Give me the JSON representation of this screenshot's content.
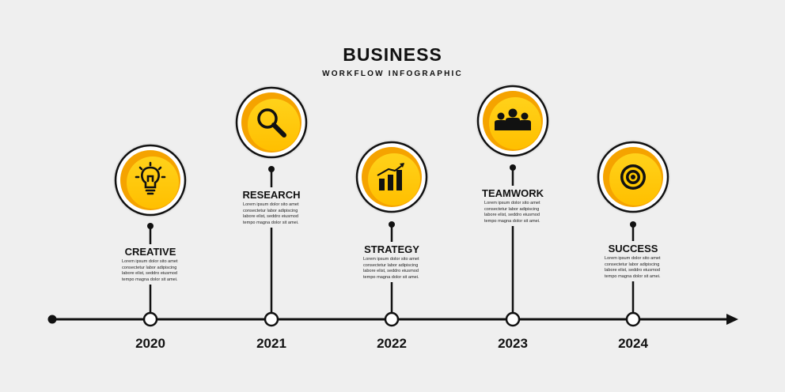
{
  "header": {
    "title": "BUSINESS",
    "subtitle": "WORKFLOW INFOGRAPHIC"
  },
  "colors": {
    "accent": "#ffc800",
    "accent_dark": "#f5a300",
    "line": "#111111",
    "background": "#efefef"
  },
  "steps": [
    {
      "year": "2020",
      "label": "CREATIVE",
      "icon": "lightbulb-icon",
      "desc": [
        "Lorem ipsum dolor sito amet",
        "consectetur labor adipiscing",
        "labore elist, seddro eiusmod",
        "tempo magna dolor sit amei."
      ]
    },
    {
      "year": "2021",
      "label": "RESEARCH",
      "icon": "magnifier-icon",
      "desc": [
        "Lorem ipsum dolor sito amet",
        "consectetur labor adipiscing",
        "labore elist, seddro eiusmod",
        "tempo magna dolor sit amei."
      ]
    },
    {
      "year": "2022",
      "label": "STRATEGY",
      "icon": "growth-chart-icon",
      "desc": [
        "Lorem ipsum dolor sito amet",
        "consectetur labor adipiscing",
        "labore elist, seddro eiusmod",
        "tempo magna dolor sit amei."
      ]
    },
    {
      "year": "2023",
      "label": "TEAMWORK",
      "icon": "team-icon",
      "desc": [
        "Lorem ipsum dolor sito amet",
        "consectetur labor adipiscing",
        "labore elist, seddro eiusmod",
        "tempo magna dolor sit amei."
      ]
    },
    {
      "year": "2024",
      "label": "SUCCESS",
      "icon": "target-icon",
      "desc": [
        "Lorem ipsum dolor sito amet",
        "consectetur labor adipiscing",
        "labore elist, seddro eiusmod",
        "tempo magna dolor sit amei."
      ]
    }
  ]
}
